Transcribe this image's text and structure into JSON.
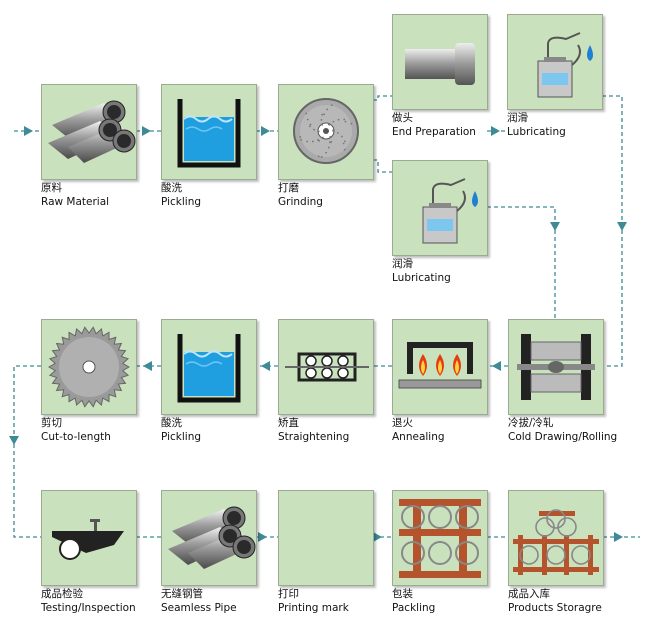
{
  "steps": [
    {
      "id": "raw-material",
      "zh": "原料",
      "en": "Raw Material",
      "icon": "pipe-bundle-icon"
    },
    {
      "id": "pickling-1",
      "zh": "酸洗",
      "en": "Pickling",
      "icon": "acid-tank-icon"
    },
    {
      "id": "grinding",
      "zh": "打磨",
      "en": "Grinding",
      "icon": "grinding-wheel-icon"
    },
    {
      "id": "end-preparation",
      "zh": "做头",
      "en": "End Preparation",
      "icon": "tube-end-icon"
    },
    {
      "id": "lubricating-1",
      "zh": "润滑",
      "en": "Lubricating",
      "icon": "oil-can-icon"
    },
    {
      "id": "lubricating-2",
      "zh": "润滑",
      "en": "Lubricating",
      "icon": "oil-can-icon"
    },
    {
      "id": "cold-drawing",
      "zh": "冷拔/冷轧",
      "en": "Cold Drawing/Rolling",
      "icon": "drawing-die-icon"
    },
    {
      "id": "annealing",
      "zh": "退火",
      "en": "Annealing",
      "icon": "flame-furnace-icon"
    },
    {
      "id": "straightening",
      "zh": "矫直",
      "en": "Straightening",
      "icon": "straightener-icon"
    },
    {
      "id": "pickling-2",
      "zh": "酸洗",
      "en": "Pickling",
      "icon": "acid-tank-icon"
    },
    {
      "id": "cut-to-length",
      "zh": "剪切",
      "en": "Cut-to-length",
      "icon": "saw-blade-icon"
    },
    {
      "id": "testing",
      "zh": "成品检验",
      "en": "Testing/Inspection",
      "icon": "inspection-gauge-icon"
    },
    {
      "id": "seamless-pipe",
      "zh": "无缝钢管",
      "en": "Seamless Pipe",
      "icon": "pipe-bundle-icon"
    },
    {
      "id": "printing-mark",
      "zh": "打印",
      "en": "Printing mark",
      "icon": "blank-panel"
    },
    {
      "id": "packing",
      "zh": "包装",
      "en": "Packling",
      "icon": "wood-rack-icon"
    },
    {
      "id": "storage",
      "zh": "成品入库",
      "en": "Products Storagre",
      "icon": "storage-stack-icon"
    }
  ],
  "colors": {
    "box": "#c9e2bd",
    "connector": "#3e8a96",
    "acid": "#1f9fe0",
    "wood": "#b4532c",
    "flame": "#e63a12"
  }
}
